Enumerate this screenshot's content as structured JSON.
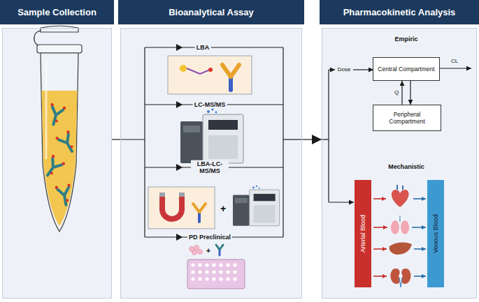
{
  "diagram": {
    "nodes": [
      {
        "text": [
          "Sample Collection"
        ]
      },
      {
        "text": [
          "Bioanalytical Assay"
        ]
      },
      {
        "text": [
          "Pharmacokinetic Analysis"
        ]
      },
      {
        "text": [
          "Central Compartment"
        ],
        "in": 2
      },
      {
        "text": [
          "Peripheral Compartment"
        ],
        "in": 2
      },
      {
        "text": [
          "Arterial Blood"
        ],
        "in": 2
      },
      {
        "text": [
          "Venous Blood"
        ],
        "in": 2
      }
    ],
    "edges": [
      {
        "from": 0,
        "to": 1,
        "arrow": "none"
      },
      {
        "from": 1,
        "to": 2,
        "arrow": "to"
      },
      {
        "from": 4,
        "to": 3,
        "arrow": "to"
      },
      {
        "from": 3,
        "to": 4,
        "arrow": "to",
        "label": "Q"
      }
    ],
    "labels": [
      "LBA",
      "LC-MS/MS",
      "LBA-LC-MS/MS",
      "+",
      "PD Preclinical",
      "+",
      "Empiric",
      "Dose",
      "CL",
      "Mechanistic"
    ]
  }
}
